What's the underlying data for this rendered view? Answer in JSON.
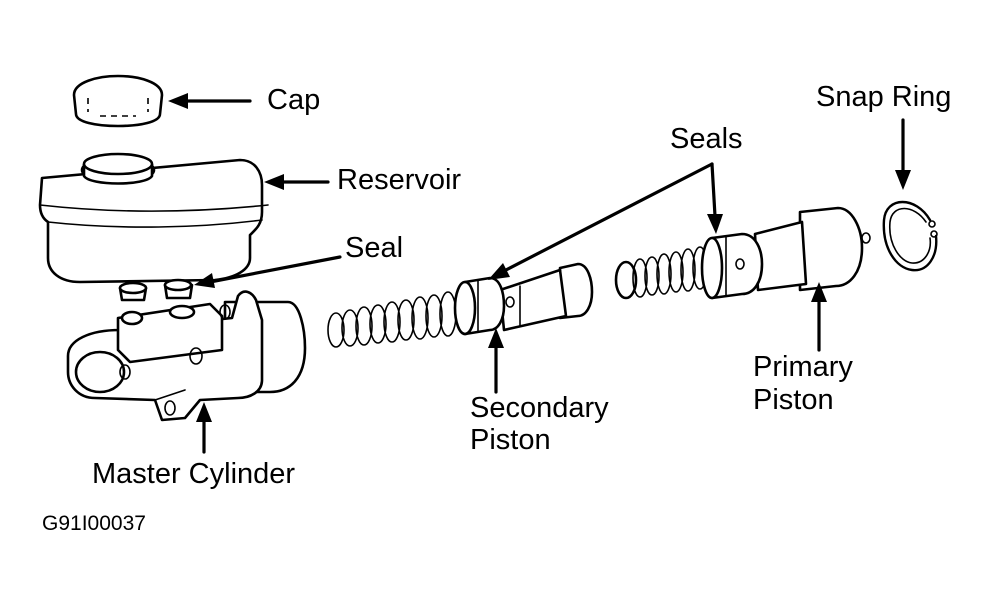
{
  "labels": {
    "cap": "Cap",
    "reservoir": "Reservoir",
    "seal": "Seal",
    "seals": "Seals",
    "snap_ring": "Snap Ring",
    "secondary_piston_line1": "Secondary",
    "secondary_piston_line2": "Piston",
    "primary_piston_line1": "Primary",
    "primary_piston_line2": "Piston",
    "master_cylinder": "Master Cylinder"
  },
  "figure_code": "G91I00037",
  "colors": {
    "ink": "#000000",
    "background": "#ffffff"
  }
}
